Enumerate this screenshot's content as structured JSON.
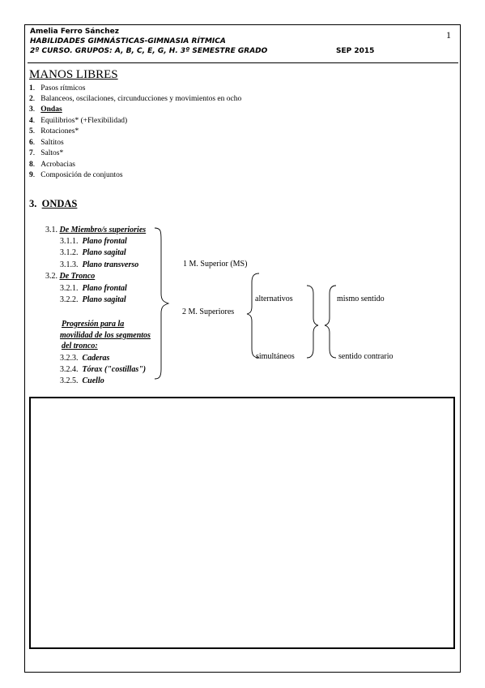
{
  "header": {
    "author": "Amelia Ferro Sánchez",
    "subject": "HABILIDADES GIMNÁSTICAS-GIMNASIA RÍTMICA",
    "course": "2º CURSO. GRUPOS:  A, B, C, E, G, H. 3º SEMESTRE GRADO",
    "date": "SEP 2015",
    "page_number": "1"
  },
  "section_title": "MANOS LIBRES",
  "items": [
    {
      "num": "1",
      "text": "Pasos rítmicos"
    },
    {
      "num": "2",
      "text": "Balanceos, oscilaciones, circunducciones y movimientos en ocho"
    },
    {
      "num": "3",
      "text": "Ondas"
    },
    {
      "num": "4",
      "text": "Equilibrios* (+Flexibilidad)"
    },
    {
      "num": "5",
      "text": "Rotaciones*"
    },
    {
      "num": "6",
      "text": "Saltitos"
    },
    {
      "num": "7",
      "text": "Saltos*"
    },
    {
      "num": "8",
      "text": "Acrobacias"
    },
    {
      "num": "9",
      "text": "Composición de conjuntos"
    }
  ],
  "ondas": {
    "num": "3.",
    "title": "ONDAS",
    "s31": {
      "num": "3.1.",
      "text": "De Miembro/s superiories"
    },
    "s311": {
      "num": "3.1.1.",
      "text": "Plano frontal"
    },
    "s312": {
      "num": "3.1.2.",
      "text": "Plano sagital"
    },
    "s313": {
      "num": "3.1.3.",
      "text": "Plano transverso"
    },
    "s32": {
      "num": "3.2.",
      "text": "De Tronco"
    },
    "s321": {
      "num": "3.2.1.",
      "text": "Plano frontal"
    },
    "s322": {
      "num": "3.2.2.",
      "text": "Plano sagital"
    },
    "prog1": "Progresión para la",
    "prog2": "movilidad de los segmentos",
    "prog3": "del tronco:",
    "s323": {
      "num": "3.2.3.",
      "text": "Caderas"
    },
    "s324": {
      "num": "3.2.4.",
      "text": "Tórax (\"costillas\")"
    },
    "s325": {
      "num": "3.2.5.",
      "text": "Cuello"
    }
  },
  "diagram": {
    "m1": "1 M. Superior (MS)",
    "m2": "2 M. Superiores",
    "alt": "alternativos",
    "sim": "simultáneos",
    "mismo": "mismo sentido",
    "contrario": "sentido contrario"
  }
}
